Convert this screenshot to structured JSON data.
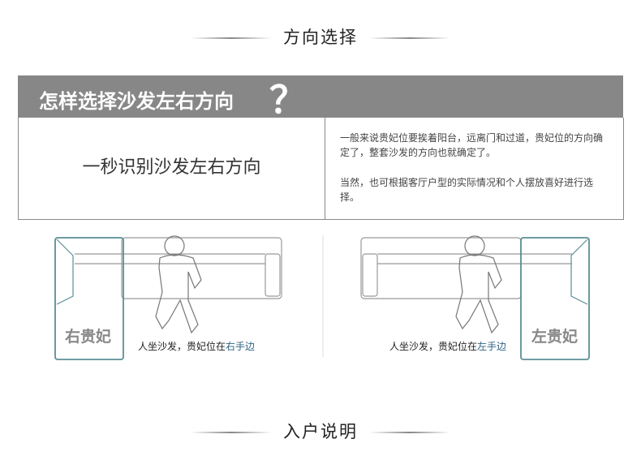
{
  "section1": {
    "title": "方向选择"
  },
  "banner": {
    "title": "怎样选择沙发左右方向",
    "mark": "？"
  },
  "intro": {
    "left": "一秒识别沙发左右方向",
    "right_p1": "一般来说贵妃位要挨着阳台，远离门和过道，贵妃位的方向确定了，整套沙发的方向也就确定了。",
    "right_p2": "当然，也可根据客厅户型的实际情况和个人摆放喜好进行选择。"
  },
  "diagrams": [
    {
      "label": "右贵妃",
      "caption_pre": "人坐沙发，贵妃位在",
      "caption_hl": "右手边"
    },
    {
      "label": "左贵妃",
      "caption_pre": "人坐沙发，贵妃位在",
      "caption_hl": "左手边"
    }
  ],
  "section2": {
    "title": "入户说明"
  },
  "colors": {
    "banner": "#878787",
    "chaise": "#5b8f94",
    "highlight": "#2f6585"
  }
}
